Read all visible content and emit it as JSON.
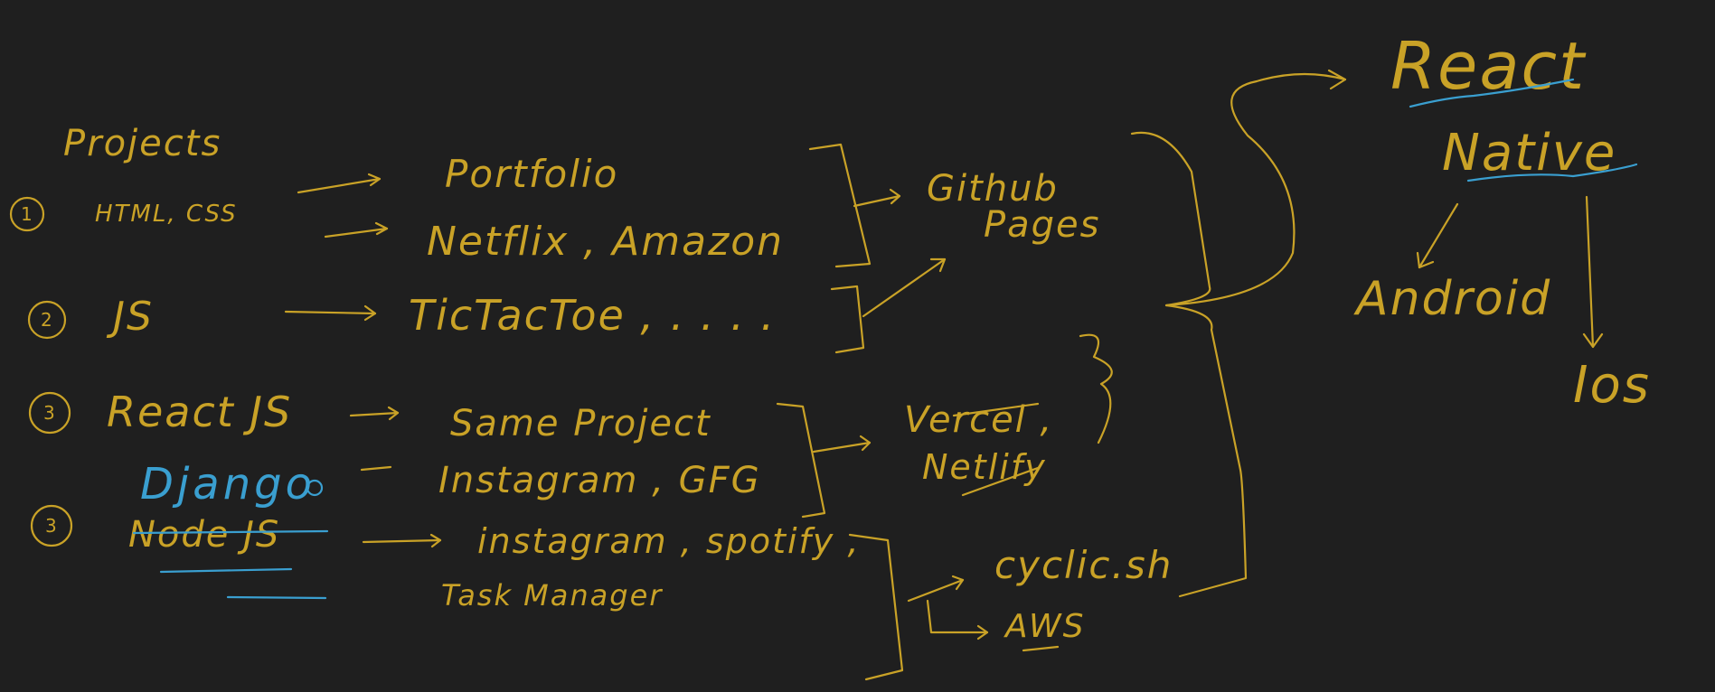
{
  "title": "Projects",
  "rows": [
    {
      "num": "1",
      "tech": "HTML, CSS",
      "projects": [
        "Portfolio",
        "Netflix , Amazon"
      ]
    },
    {
      "num": "2",
      "tech": "JS",
      "projects": [
        "TicTacToe ,  . . . ."
      ]
    },
    {
      "num": "3",
      "tech": "React JS",
      "projects": [
        "Same Project"
      ]
    },
    {
      "num": "3",
      "tech": "Node JS",
      "tech_replacement": "Django",
      "projects": [
        "Instagram , GFG",
        "instagram , spotify ,",
        "Task Manager"
      ]
    }
  ],
  "hosting": {
    "github_pages": [
      "Github",
      "Pages"
    ],
    "vercel": "Vercel ,",
    "netlify": "Netlify",
    "cyclic": "cyclic.sh",
    "aws": "AWS"
  },
  "mobile": {
    "title_line1": "React",
    "title_line2": "Native",
    "android": "Android",
    "ios": "Ios"
  },
  "colors": {
    "ink": "#c9a227",
    "accent": "#3a9fd0",
    "background": "#1f1f1f"
  }
}
